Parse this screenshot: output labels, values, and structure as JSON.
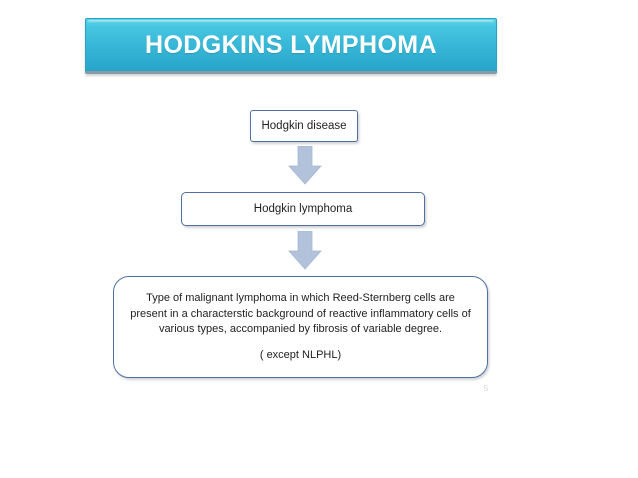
{
  "slide": {
    "page_number": "5",
    "background_color": "#ffffff"
  },
  "title": {
    "text": "HODGKINS LYMPHOMA",
    "banner_color_top": "#5ad4e8",
    "banner_color_bottom": "#28a3c8",
    "text_color": "#ffffff"
  },
  "flowchart": {
    "border_color": "#50719e",
    "arrow_color": "#b0c0da",
    "nodes": [
      {
        "id": "node-hodgkin-disease",
        "label": "Hodgkin disease"
      },
      {
        "id": "node-hodgkin-lymphoma",
        "label": "Hodgkin lymphoma"
      },
      {
        "id": "node-definition",
        "paragraph": "Type of malignant lymphoma in which Reed-Sternberg cells are present in a characterstic background of reactive inflammatory cells of various types, accompanied by fibrosis of variable degree.",
        "exception": "( except NLPHL)"
      }
    ],
    "connectors": [
      {
        "id": "arrow-1",
        "icon": "arrow-down-icon",
        "from": "node-hodgkin-disease",
        "to": "node-hodgkin-lymphoma"
      },
      {
        "id": "arrow-2",
        "icon": "arrow-down-icon",
        "from": "node-hodgkin-lymphoma",
        "to": "node-definition"
      }
    ]
  }
}
